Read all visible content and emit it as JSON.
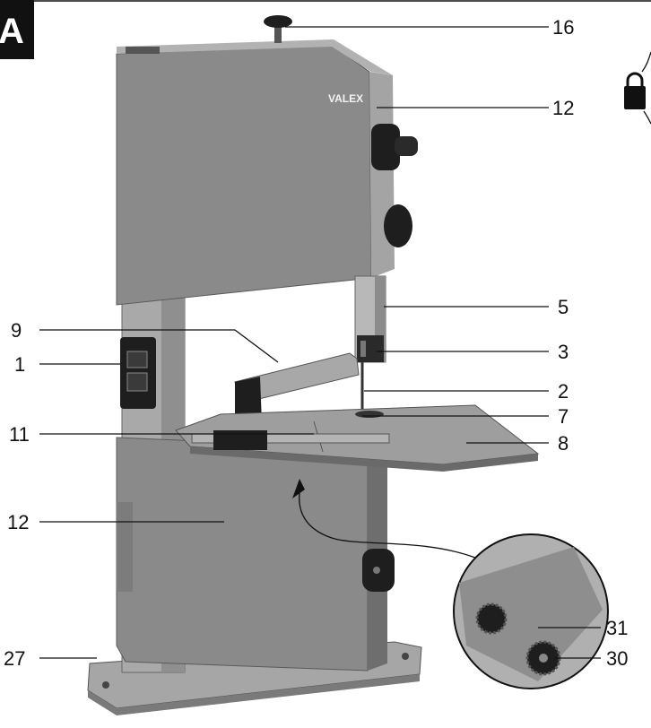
{
  "figure": {
    "letter": "A",
    "brand": "VALEX"
  },
  "callouts": [
    {
      "id": "c16",
      "label": "16"
    },
    {
      "id": "c12a",
      "label": "12"
    },
    {
      "id": "c5",
      "label": "5"
    },
    {
      "id": "c3",
      "label": "3"
    },
    {
      "id": "c2",
      "label": "2"
    },
    {
      "id": "c7",
      "label": "7"
    },
    {
      "id": "c8",
      "label": "8"
    },
    {
      "id": "c9",
      "label": "9"
    },
    {
      "id": "c1",
      "label": "1"
    },
    {
      "id": "c11",
      "label": "11"
    },
    {
      "id": "c12b",
      "label": "12"
    },
    {
      "id": "c27",
      "label": "27"
    },
    {
      "id": "c31",
      "label": "31"
    },
    {
      "id": "c30",
      "label": "30"
    }
  ],
  "colors": {
    "body": "#8a8a8a",
    "body_dark": "#6e6e6e",
    "metal": "#b9b9b9",
    "knob": "#1e1e1e",
    "line": "#111111"
  }
}
